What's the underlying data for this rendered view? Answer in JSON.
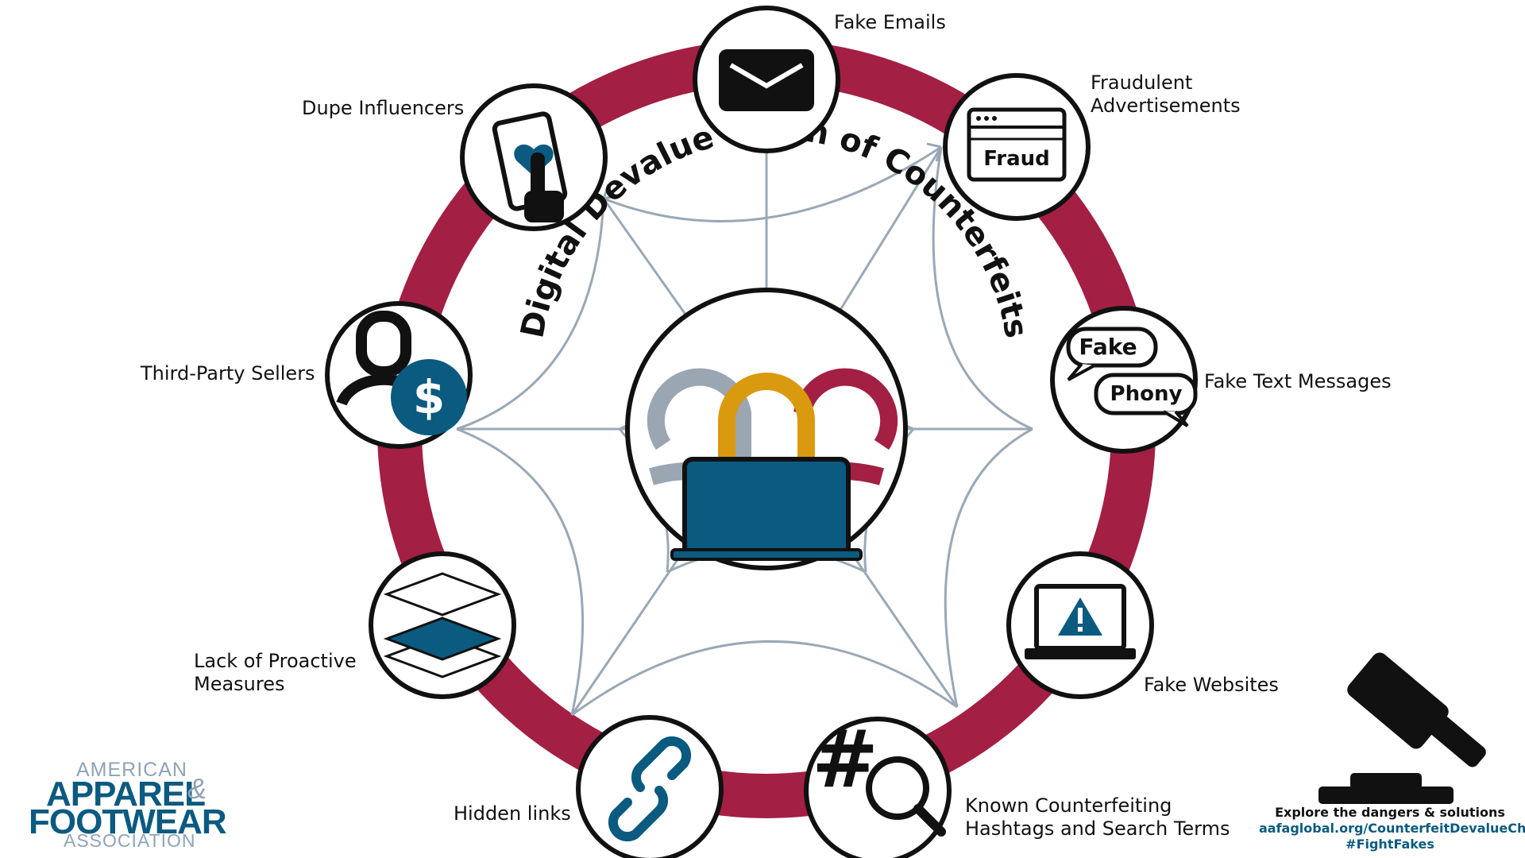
{
  "diagram": {
    "title": "Digital Devalue Chain of Counterfeits",
    "nodes": [
      {
        "id": "fake-emails",
        "lines": [
          "Fake Emails"
        ]
      },
      {
        "id": "fraudulent-ads",
        "lines": [
          "Fraudulent",
          "Advertisements"
        ],
        "icon_text": "Fraud"
      },
      {
        "id": "fake-text-messages",
        "lines": [
          "Fake Text Messages"
        ],
        "bubble_text_1": "Fake",
        "bubble_text_2": "Phony"
      },
      {
        "id": "fake-websites",
        "lines": [
          "Fake Websites"
        ]
      },
      {
        "id": "hashtags",
        "lines": [
          "Known Counterfeiting",
          "Hashtags and Search Terms"
        ]
      },
      {
        "id": "hidden-links",
        "lines": [
          "Hidden links"
        ]
      },
      {
        "id": "lack-measures",
        "lines": [
          "Lack of Proactive",
          "Measures"
        ]
      },
      {
        "id": "third-party-sellers",
        "lines": [
          "Third-Party Sellers"
        ]
      },
      {
        "id": "dupe-influencers",
        "lines": [
          "Dupe Influencers"
        ]
      }
    ]
  },
  "logo": {
    "line1": "AMERICAN",
    "line2": "APPAREL",
    "ampersand": "&",
    "line3": "FOOTWEAR",
    "line4": "ASSOCIATION"
  },
  "footer": {
    "cta": "Explore the dangers & solutions",
    "url": "aafaglobal.org/CounterfeitDevalueChain",
    "hashtag": "#FightFakes"
  },
  "colors": {
    "ring": "#a31f44",
    "web": "#9aa8b6",
    "blue": "#0b5a80",
    "gold": "#d99a0f",
    "grey": "#9aa6b2"
  }
}
